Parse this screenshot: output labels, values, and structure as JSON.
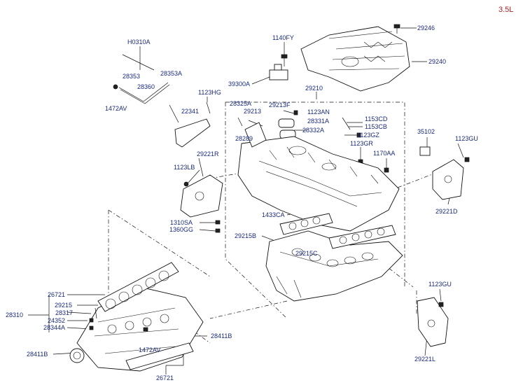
{
  "engine": "3.5L",
  "labels": {
    "p29246": "29246",
    "p1140FY": "1140FY",
    "p29240": "29240",
    "pH0310A": "H0310A",
    "p28353": "28353",
    "p28353A": "28353A",
    "p28360": "28360",
    "p1472AV_top": "1472AV",
    "p39300A": "39300A",
    "p29210": "29210",
    "p1123HG": "1123HG",
    "p28325A": "28325A",
    "p29213F": "29213F",
    "p29213": "29213",
    "p1123AN": "1123AN",
    "p28331A": "28331A",
    "p1153CD": "1153CD",
    "p1153CB": "1153CB",
    "p22341": "22341",
    "p28332A": "28332A",
    "p28289": "28289",
    "p1123GZ": "1123GZ",
    "p1123GR": "1123GR",
    "p35102": "35102",
    "p1123GU_right": "1123GU",
    "p29221R": "29221R",
    "p1170AA": "1170AA",
    "p1123LB": "1123LB",
    "p29221D": "29221D",
    "p1433CA": "1433CA",
    "p1310SA": "1310SA",
    "p1360GG": "1360GG",
    "p29215B": "29215B",
    "p29215C": "29215C",
    "p1123GU_low": "1123GU",
    "p26721_top": "26721",
    "p29215": "29215",
    "p28310": "28310",
    "p28317": "28317",
    "p24352": "24352",
    "p28344A": "28344A",
    "p28411B_right": "28411B",
    "p1472AV_low": "1472AV",
    "p28411B_left": "28411B",
    "p29221L": "29221L",
    "p26721_bottom": "26721"
  }
}
